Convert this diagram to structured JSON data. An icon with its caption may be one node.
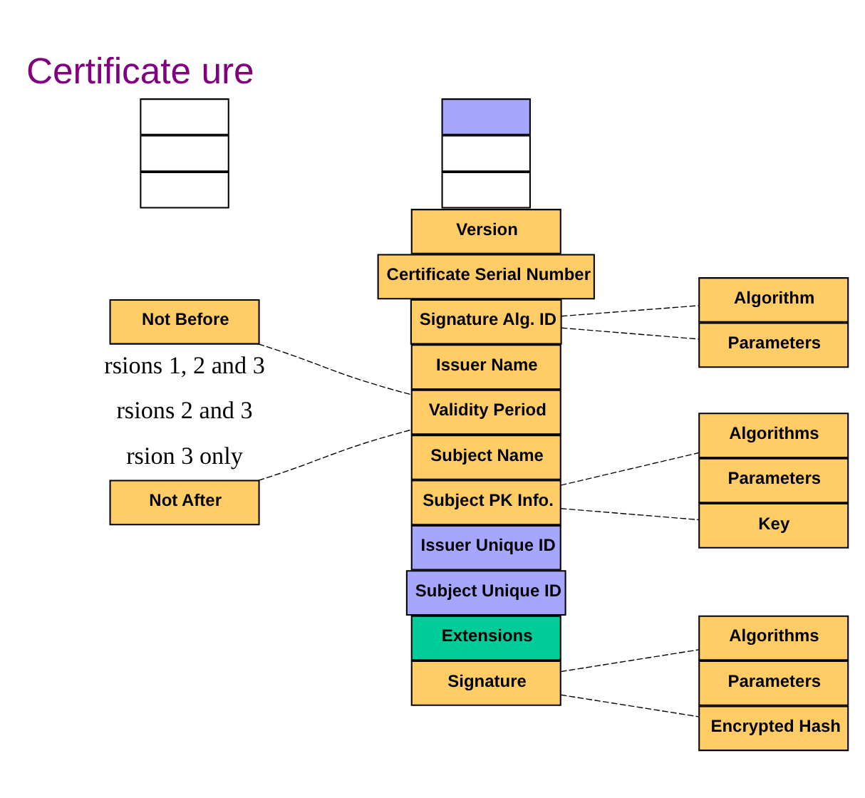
{
  "diagram": {
    "title": "Certificate ure",
    "nodes": [
      {
        "text": [
          "Version"
        ]
      },
      {
        "text": [
          "Certificate Serial Number"
        ]
      },
      {
        "text": [
          "Signature Alg. ID"
        ]
      },
      {
        "text": [
          "Issuer Name"
        ]
      },
      {
        "text": [
          "Validity Period"
        ]
      },
      {
        "text": [
          "Subject Name"
        ]
      },
      {
        "text": [
          "Subject PK Info."
        ]
      },
      {
        "text": [
          "Issuer Unique ID"
        ]
      },
      {
        "text": [
          "Subject Unique ID"
        ]
      },
      {
        "text": [
          "Extensions"
        ]
      },
      {
        "text": [
          "Signature"
        ]
      },
      {
        "text": [
          "Algorithm"
        ]
      },
      {
        "text": [
          "Parameters"
        ]
      },
      {
        "text": [
          "Not Before"
        ]
      },
      {
        "text": [
          "Not After"
        ]
      },
      {
        "text": [
          "Algorithms"
        ]
      },
      {
        "text": [
          "Parameters"
        ]
      },
      {
        "text": [
          "Key"
        ]
      },
      {
        "text": [
          "Algorithms"
        ]
      },
      {
        "text": [
          "Parameters"
        ]
      },
      {
        "text": [
          "Encrypted Hash"
        ]
      },
      {
        "text": [],
        "shape": "box"
      },
      {
        "text": [],
        "shape": "box"
      },
      {
        "text": [],
        "shape": "box"
      },
      {
        "text": [],
        "shape": "box"
      },
      {
        "text": [],
        "shape": "box"
      },
      {
        "text": [],
        "shape": "box"
      }
    ],
    "edges": [
      {
        "from": 2,
        "to": 11,
        "arrow": "none",
        "style": "dashed"
      },
      {
        "from": 2,
        "to": 12,
        "arrow": "none",
        "style": "dashed"
      },
      {
        "from": 13,
        "to": 4,
        "arrow": "none",
        "style": "dashed"
      },
      {
        "from": 14,
        "to": 4,
        "arrow": "none",
        "style": "dashed"
      },
      {
        "from": 6,
        "to": 15,
        "arrow": "none",
        "style": "dashed"
      },
      {
        "from": 6,
        "to": 17,
        "arrow": "none",
        "style": "dashed"
      },
      {
        "from": 10,
        "to": 18,
        "arrow": "none",
        "style": "dashed"
      },
      {
        "from": 10,
        "to": 20,
        "arrow": "none",
        "style": "dashed"
      }
    ],
    "labels": [
      "rsions 1, 2 and 3",
      "rsions 2 and 3",
      "rsion 3 only"
    ]
  }
}
